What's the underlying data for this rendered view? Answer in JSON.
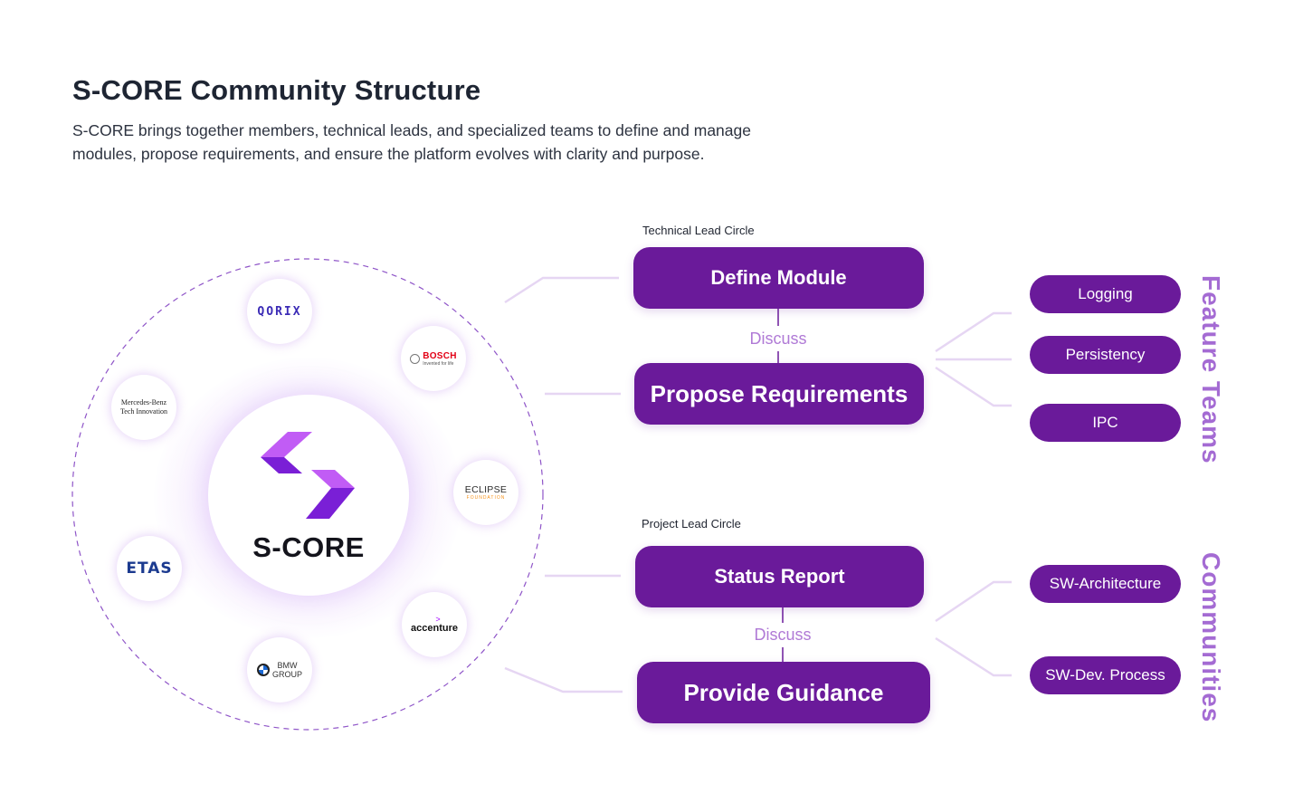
{
  "header": {
    "title": "S-CORE Community Structure",
    "description": "S-CORE brings together members, technical leads, and specialized teams to define and manage modules, propose requirements, and ensure the platform evolves with clarity and purpose."
  },
  "hub": {
    "name": "S-CORE",
    "partners": {
      "qorix": "QORIX",
      "bosch": "BOSCH",
      "bosch_tagline": "Invented for life",
      "mercedes_line1": "Mercedes-Benz",
      "mercedes_line2": "Tech Innovation",
      "eclipse": "ECLIPSE",
      "eclipse_tagline": "FOUNDATION",
      "etas": "ETAS",
      "accenture": "accenture",
      "bmw_line1": "BMW",
      "bmw_line2": "GROUP"
    }
  },
  "technical_lead_circle": {
    "label": "Technical Lead Circle",
    "top_action": "Define Module",
    "connector": "Discuss",
    "bottom_action": "Propose Requirements"
  },
  "project_lead_circle": {
    "label": "Project Lead Circle",
    "top_action": "Status Report",
    "connector": "Discuss",
    "bottom_action": "Provide Guidance"
  },
  "feature_teams": {
    "label": "Feature Teams",
    "items": [
      "Logging",
      "Persistency",
      "IPC"
    ]
  },
  "communities": {
    "label": "Communities",
    "items": [
      "SW-Architecture",
      "SW-Dev. Process"
    ]
  },
  "colors": {
    "pill": "#6a1a9a",
    "accent_light": "#a46bd3",
    "connector_line": "#e6d6f3",
    "dashed_ring": "#8f55c8"
  }
}
